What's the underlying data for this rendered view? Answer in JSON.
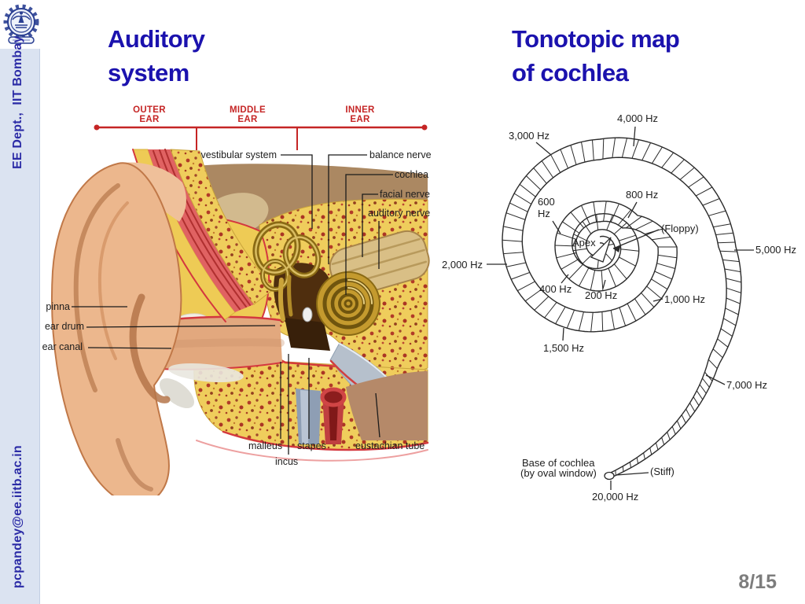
{
  "slide": {
    "titles": {
      "left": [
        "Auditory",
        "system"
      ],
      "right": [
        "Tonotopic map",
        "of cochlea"
      ]
    },
    "page_indicator": "8/15"
  },
  "sidebar": {
    "department": "EE Dept.,  IIT Bombay",
    "email": "pcpandey@ee.iitb.ac.in",
    "logo": "iit-bombay-emblem"
  },
  "ear": {
    "section_labels": [
      "OUTER EAR",
      "MIDDLE EAR",
      "INNER EAR"
    ],
    "part_labels": [
      "vestibular system",
      "balance nerve",
      "cochlea",
      "facial nerve",
      "auditory nerve",
      "pinna",
      "ear drum",
      "ear canal",
      "malleus",
      "incus",
      "stapes",
      "eustachian tube"
    ]
  },
  "tonotopic": {
    "labels": [
      "4,000 Hz",
      "3,000 Hz",
      "800 Hz",
      "600 Hz",
      "2,000 Hz",
      "(Floppy)",
      "Apex",
      "400 Hz",
      "200 Hz",
      "1,000 Hz",
      "1,500 Hz",
      "5,000 Hz",
      "7,000 Hz",
      "Base of cochlea",
      "(by oval window)",
      "(Stiff)",
      "20,000 Hz"
    ]
  },
  "colors": {
    "title_blue": "#1b12ae",
    "accent_red": "#c52525",
    "sidebar_bg": "#dbe3f1",
    "sidebar_text": "#2b2ba6",
    "label_ink": "#1d1d1d",
    "page_gray": "#7d7d7d",
    "diagram_line": "#2a2a2a"
  }
}
